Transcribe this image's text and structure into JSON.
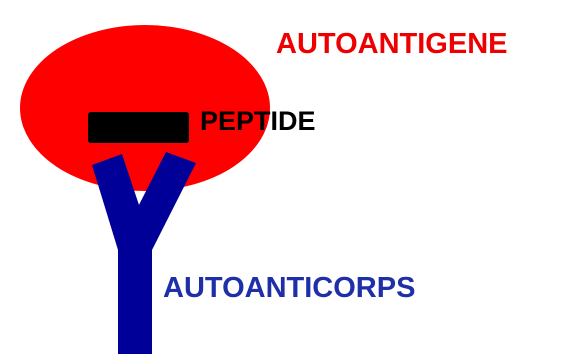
{
  "labels": {
    "antigen": "AUTOANTIGENE",
    "peptide": "PEPTIDE",
    "antibody": "AUTOANTICORPS"
  },
  "colors": {
    "antigen": "#ff0000",
    "peptide": "#000000",
    "antibody": "#000099",
    "antigen_label": "#ee0000",
    "peptide_label": "#000000",
    "antibody_label": "#1f2fa8"
  }
}
